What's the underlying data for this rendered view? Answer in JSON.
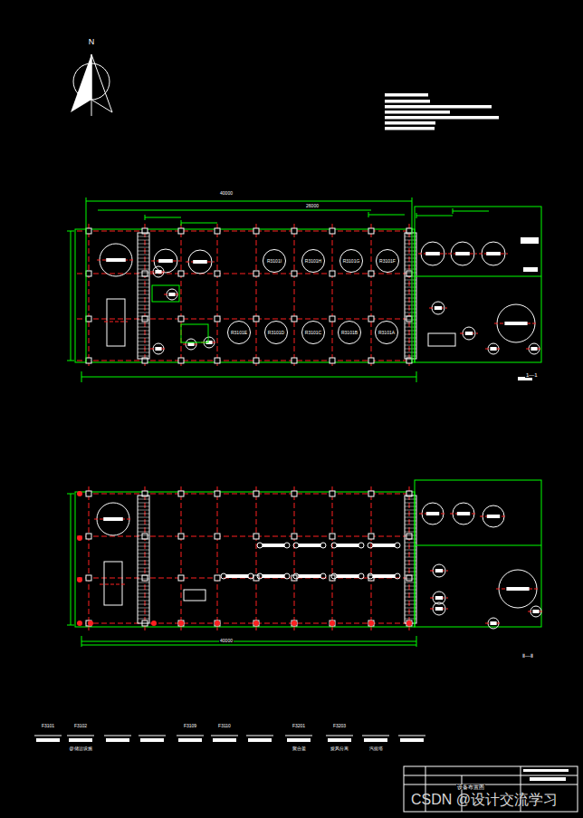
{
  "diagram": {
    "nodes": [
      {
        "text": [
          "R3101I"
        ]
      },
      {
        "text": [
          "R3101H"
        ]
      },
      {
        "text": [
          "R3101G"
        ]
      },
      {
        "text": [
          "R3101F"
        ]
      },
      {
        "text": [
          "R3101E"
        ]
      },
      {
        "text": [
          "R3101D"
        ]
      },
      {
        "text": [
          "R3101C"
        ]
      },
      {
        "text": [
          "R3101B"
        ]
      },
      {
        "text": [
          "R3101A"
        ]
      }
    ],
    "labels": [
      "N",
      "40000",
      "26000",
      "1—1",
      "40000",
      "Ⅱ—Ⅱ",
      "F3101",
      "F3102",
      "F3109",
      "F3110",
      "F3201",
      "F3203",
      "@储运设施",
      "聚合釜",
      "旋风分离",
      "汽提塔",
      "设备布置图",
      "CSDN @设计交流学习"
    ]
  }
}
